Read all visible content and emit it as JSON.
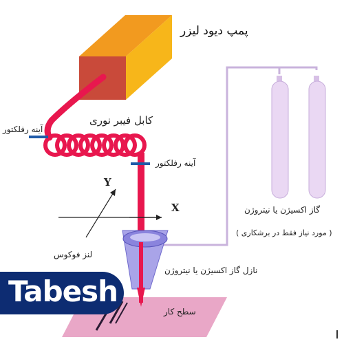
{
  "labels": {
    "pump": "پمپ دیود لیزر",
    "fiber_cable": "کابل فیبر نوری",
    "mirror_top": "آینه رفلکتور",
    "mirror_bottom": "آینه رفلکتور",
    "gas": "گاز اکسیژن یا نیتروژن",
    "gas_note": "( مورد نیاز فقط در برشکاری )",
    "lens": "لنز فوکوس",
    "nozzle": "نازل گاز اکسیژن یا نیتروژن",
    "work_surface": "سطح کار",
    "axis_x": "X",
    "axis_y": "Y"
  },
  "logo": {
    "text": "Tabesh"
  },
  "colors": {
    "pump_front": "#c94a3a",
    "pump_top": "#f29a1f",
    "pump_side": "#f7b61a",
    "fiber": "#e8174e",
    "gas_line": "#c9b3dc",
    "cylinder": "#ead8f3",
    "nozzle_fill": "#a9a4e8",
    "work_surface": "#e9a7c7",
    "logo_bg": "#0d2c72"
  }
}
